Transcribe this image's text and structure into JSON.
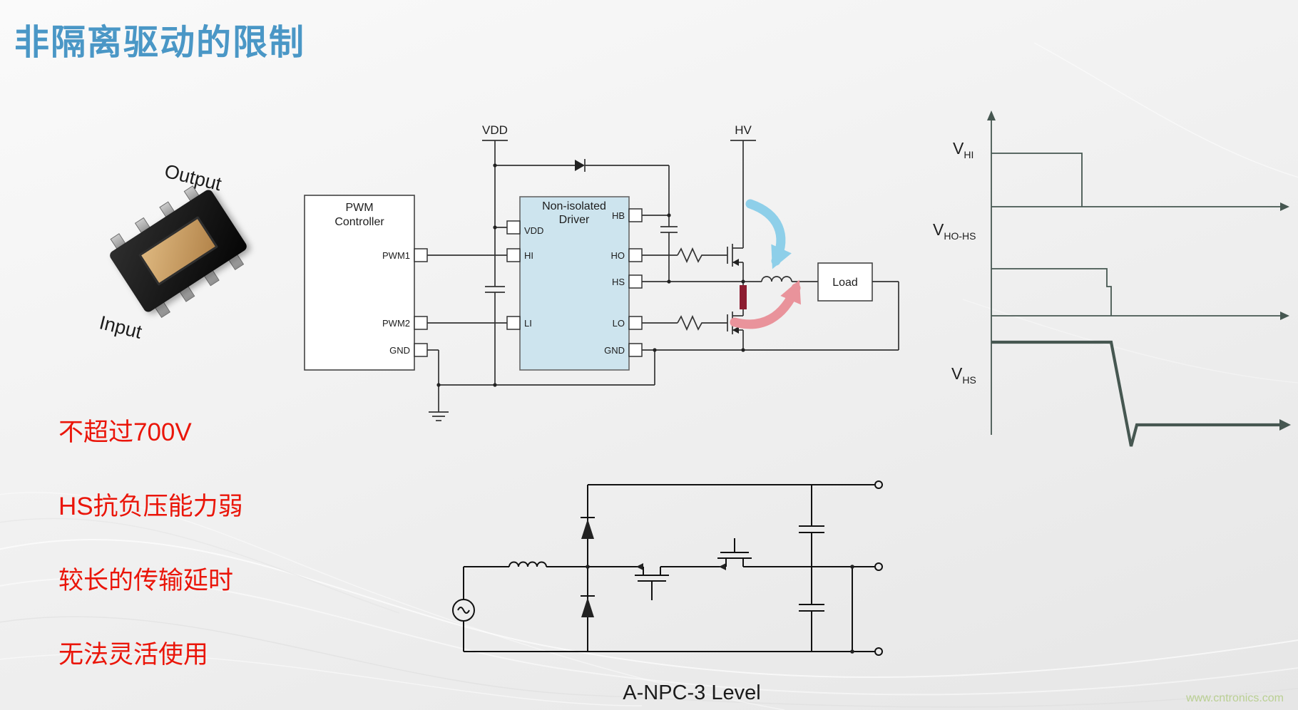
{
  "slide": {
    "title": "非隔离驱动的限制",
    "watermark": "www.cntronics.com",
    "title_color": "#4a97c6",
    "accent_red": "#ea1509"
  },
  "chip": {
    "output_label": "Output",
    "input_label": "Input"
  },
  "driver_circuit": {
    "vdd_label": "VDD",
    "hv_label": "HV",
    "load_label": "Load",
    "pwm_controller": {
      "title_line1": "PWM",
      "title_line2": "Controller",
      "pins": {
        "pwm1": "PWM1",
        "pwm2": "PWM2",
        "gnd": "GND"
      }
    },
    "driver": {
      "title_line1": "Non-isolated",
      "title_line2": "Driver",
      "pin_vdd": "VDD",
      "pin_hi": "HI",
      "pin_li": "LI",
      "pin_hb": "HB",
      "pin_ho": "HO",
      "pin_hs": "HS",
      "pin_lo": "LO",
      "pin_gnd": "GND"
    }
  },
  "timing": {
    "v_hi_main": "V",
    "v_hi_sub": "HI",
    "v_hohs_main": "V",
    "v_hohs_sub": "HO-HS",
    "v_hs_main": "V",
    "v_hs_sub": "HS"
  },
  "limitations": [
    "不超过700V",
    "HS抗负压能力弱",
    "较长的传输延时",
    "无法灵活使用"
  ],
  "anpc": {
    "label": "A-NPC-3 Level"
  },
  "colors": {
    "flow_arrow_blue": "#8ecfe9",
    "flow_arrow_red": "#e9939b",
    "waveform": "#465751",
    "driver_box_fill": "#cde4ee",
    "highlight_component_red": "#8c1c30"
  }
}
